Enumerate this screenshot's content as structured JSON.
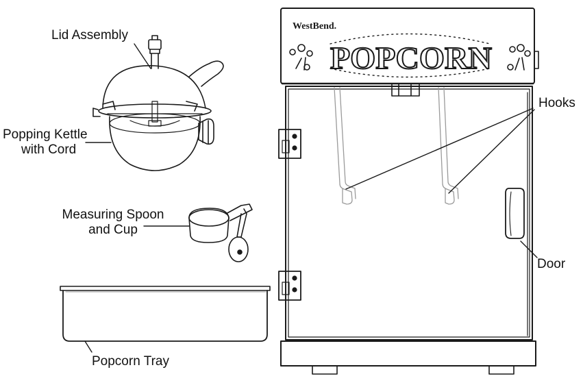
{
  "diagram": {
    "labels": {
      "lid_assembly": "Lid Assembly",
      "popping_kettle_line1": "Popping Kettle",
      "popping_kettle_line2": "with Cord",
      "measuring_line1": "Measuring Spoon",
      "measuring_line2": "and Cup",
      "popcorn_tray": "Popcorn Tray",
      "hooks": "Hooks",
      "door": "Door"
    },
    "machine": {
      "brand": "WestBend.",
      "sign": "POPCORN"
    }
  }
}
